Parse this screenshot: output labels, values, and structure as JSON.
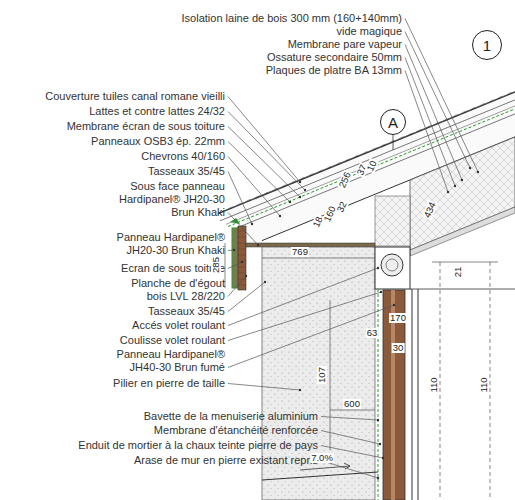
{
  "diagram": {
    "nodes": [
      {
        "text": [
          "1"
        ]
      },
      {
        "text": [
          "A"
        ]
      }
    ],
    "labels": [
      "Isolation laine de bois 300 mm (160+140mm)",
      "vide magique",
      "Membrane pare vapeur",
      "Ossature secondaire 50mm",
      "Plaques de platre BA 13mm",
      "Couverture tuiles canal romane vieilli",
      "Lattes et contre lattes 24/32",
      "Membrane écran de sous toiture",
      "Panneaux OSB3 ép. 22mm",
      "Chevrons 40/160",
      "Tasseaux 35/45",
      "Sous face panneau Hardipanel® JH20-30 Brun Khaki",
      "Panneau Hardipanel® JH20-30 Brun Khaki",
      "Ecran de sous toiture",
      "Planche de d'égout bois LVL 28/220",
      "Tasseaux 35/45",
      "Accés volet roulant",
      "Coulisse volet roulant",
      "Panneau Hardipanel® JH40-30 Brun fumé",
      "Pilier en pierre de taille",
      "Bavette de la menuiserie aluminium",
      "Membrane d'étanchéité renforcée",
      "Enduit de mortier à la chaux teinte pierre de pays",
      "Arase de mur en pierre existant repris",
      "285",
      "769",
      "170",
      "63",
      "30",
      "107",
      "600",
      "7.0%",
      "110",
      "110",
      "21",
      "434",
      "18",
      "160",
      "32",
      "256",
      "37",
      "10"
    ]
  }
}
